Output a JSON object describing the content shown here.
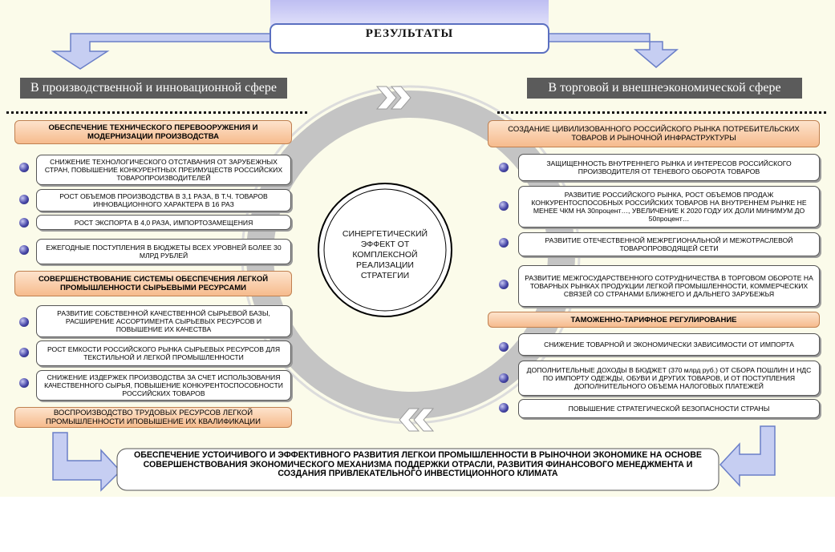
{
  "title": "РЕЗУЛЬТАТЫ",
  "left_header": "В производственной и инновационной сфере",
  "right_header": "В торговой и внешнеэкономической сфере",
  "center_text": "СИНЕРГЕТИЧЕСКИЙ ЭФФЕКТ ОТ КОМПЛЕКСНОЙ РЕАЛИЗАЦИИ СТРАТЕГИИ",
  "left": {
    "section1": "ОБЕСПЕЧЕНИЕ ТЕХНИЧЕСКОГО ПЕРЕВООРУЖЕНИЯ И МОДЕРНИЗАЦИИ ПРОИЗВОДСТВА",
    "items1": [
      "СНИЖЕНИЕ ТЕХНОЛОГИЧЕСКОГО ОТСТАВАНИЯ ОТ ЗАРУБЕЖНЫХ СТРАН, ПОВЫШЕНИЕ КОНКУРЕНТНЫХ ПРЕИМУЩЕСТВ РОССИЙСКИХ ТОВАРОПРОИЗВОДИТЕЛЕЙ",
      "РОСТ ОБЪЕМОВ ПРОИЗВОДСТВА В 3,1 РАЗА, В Т.Ч. ТОВАРОВ ИННОВАЦИОННОГО ХАРАКТЕРА В 16 РАЗ",
      "РОСТ ЭКСПОРТА В 4,0 РАЗА, ИМПОРТОЗАМЕЩЕНИЯ",
      "ЕЖЕГОДНЫЕ ПОСТУПЛЕНИЯ В БЮДЖЕТЫ ВСЕХ УРОВНЕЙ БОЛЕЕ 30 МЛРД РУБЛЕЙ"
    ],
    "section2": "СОВЕРШЕНСТВОВАНИЕ СИСТЕМЫ ОБЕСПЕЧЕНИЯ ЛЕГКОЙ ПРОМЫШЛЕННОСТИ СЫРЬЕВЫМИ РЕСУРСАМИ",
    "items2": [
      "РАЗВИТИЕ СОБСТВЕННОЙ КАЧЕСТВЕННОЙ СЫРЬЕВОЙ БАЗЫ, РАСШИРЕНИЕ АССОРТИМЕНТА СЫРЬЕВЫХ РЕСУРСОВ И ПОВЫШЕНИЕ ИХ КАЧЕСТВА",
      "РОСТ ЕМКОСТИ РОССИЙСКОГО РЫНКА СЫРЬЕВЫХ РЕСУРСОВ ДЛЯ ТЕКСТИЛЬНОЙ И ЛЕГКОЙ ПРОМЫШЛЕННОСТИ",
      "СНИЖЕНИЕ ИЗДЕРЖЕК ПРОИЗВОДСТВА ЗА СЧЕТ ИСПОЛЬЗОВАНИЯ КАЧЕСТВЕННОГО СЫРЬЯ, ПОВЫШЕНИЕ КОНКУРЕНТОСПОСОБНОСТИ РОССИЙСКИХ ТОВАРОВ"
    ],
    "section3": "ВОСПРОИЗВОДСТВО ТРУДОВЫХ РЕСУРСОВ ЛЕГКОЙ ПРОМЫШЛЕННОСТИ ИПОВЫШЕНИЕ ИХ КВАЛИФИКАЦИИ"
  },
  "right": {
    "section1": "СОЗДАНИЕ ЦИВИЛИЗОВАННОГО РОССИЙСКОГО РЫНКА ПОТРЕБИТЕЛЬСКИХ ТОВАРОВ И РЫНОЧНОЙ ИНФРАСТРУКТУРЫ",
    "items1": [
      "ЗАЩИЩЕННОСТЬ ВНУТРЕННЕГО РЫНКА И ИНТЕРЕСОВ РОССИЙСКОГО ПРОИЗВОДИТЕЛЯ ОТ ТЕНЕВОГО ОБОРОТА ТОВАРОВ",
      "РАЗВИТИЕ РОССИЙСКОГО РЫНКА, РОСТ ОБЪЕМОВ ПРОДАЖ КОНКУРЕНТОСПОСОБНЫХ РОССИЙСКИХ ТОВАРОВ НА ВНУТРЕННЕМ РЫНКЕ НЕ МЕНЕЕ ЧКМ НА 30процент…, УВЕЛИЧЕНИЕ К 2020 ГОДУ ИХ ДОЛИ МИНИМУМ ДО 50процент…",
      "РАЗВИТИЕ ОТЕЧЕСТВЕННОЙ МЕЖРЕГИОНАЛЬНОЙ И МЕЖОТРАСЛЕВОЙ ТОВАРОПРОВОДЯЩЕЙ СЕТИ",
      "РАЗВИТИЕ МЕЖГОСУДАРСТВЕННОГО СОТРУДНИЧЕСТВА В ТОРГОВОМ ОБОРОТЕ НА ТОВАРНЫХ РЫНКАХ ПРОДУКЦИИ ЛЕГКОЙ ПРОМЫШЛЕННОСТИ, КОММЕРЧЕСКИХ СВЯЗЕЙ СО СТРАНАМИ БЛИЖНЕГО И ДАЛЬНЕГО ЗАРУБЕЖЬЯ"
    ],
    "section2": "ТАМОЖЕННО-ТАРИФНОЕ РЕГУЛИРОВАНИЕ",
    "items2": [
      "СНИЖЕНИЕ ТОВАРНОЙ И ЭКОНОМИЧЕСКИ ЗАВИСИМОСТИ ОТ ИМПОРТА",
      "ДОПОЛНИТЕЛЬНЫЕ ДОХОДЫ В БЮДЖЕТ (370 млрд руб.) ОТ СБОРА ПОШЛИН И НДС ПО ИМПОРТУ ОДЕЖДЫ, ОБУВИ И ДРУГИХ ТОВАРОВ, И ОТ ПОСТУПЛЕНИЯ ДОПОЛНИТЕЛЬНОГО ОБЪЕМА НАЛОГОВЫХ ПЛАТЕЖЕЙ",
      "ПОВЫШЕНИЕ СТРАТЕГИЧЕСКОЙ БЕЗОПАСНОСТИ СТРАНЫ"
    ]
  },
  "bottom_text": "ОБЕСПЕЧЕНИЕ УСТОЙЧИВОГО И ЭФФЕКТИВНОГО РАЗВИТИЯ ЛЕГКОЙ ПРОМЫШЛЕННОСТИ В РЫНОЧНОЙ ЭКОНОМИКЕ НА ОСНОВЕ СОВЕРШЕНСТВОВАНИЯ ЭКОНОМИЧЕСКОГО МЕХАНИЗМА ПОДДЕРЖКИ ОТРАСЛИ, РАЗВИТИЯ ФИНАНСОВОГО МЕНЕДЖМЕНТА И СОЗДАНИЯ ПРИВЛЕКАТЕЛЬНОГО ИНВЕСТИЦИОННОГО КЛИМАТА",
  "colors": {
    "title_fill": "#c9c9f5",
    "header_fill": "#5b5b5b",
    "arrow_fill": "#c6cef2",
    "orange_fill": "#f6bb8d",
    "ring_gray": "#c4c4c4",
    "bullet": "#4848a8"
  }
}
